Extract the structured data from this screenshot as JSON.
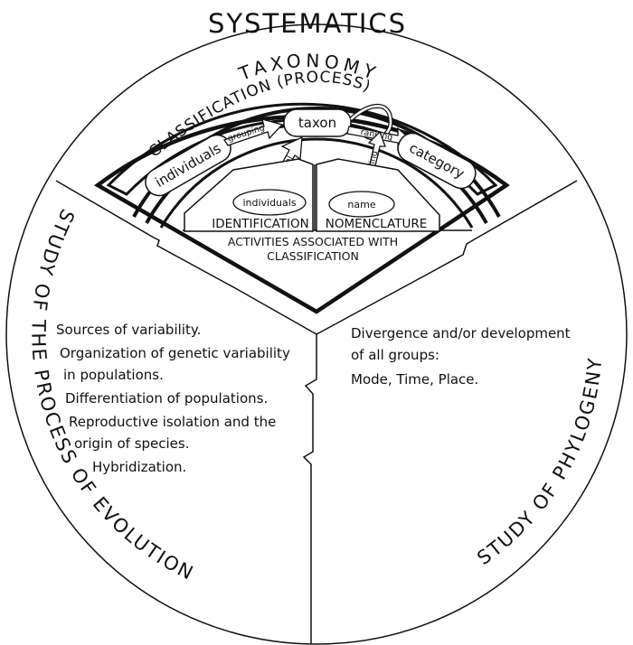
{
  "diagram": {
    "title": "SYSTEMATICS",
    "taxonomy": "TAXONOMY",
    "classification_process": "CLASSIFICATION (PROCESS)",
    "boxes": {
      "individuals": "individuals",
      "taxon": "taxon",
      "category": "category",
      "individuals_small": "individuals",
      "name": "name"
    },
    "arrow_labels": {
      "grouping": "grouping",
      "ranking": "ranking",
      "referral": "referral",
      "labeling": "labeling"
    },
    "identification": "IDENTIFICATION",
    "nomenclature": "NOMENCLATURE",
    "activities_line1": "ACTIVITIES ASSOCIATED WITH",
    "activities_line2": "CLASSIFICATION",
    "evolution": {
      "side_label": "STUDY OF THE PROCESS OF EVOLUTION",
      "items": [
        "Sources of variability.",
        "Organization of genetic variability",
        "in populations.",
        "Differentiation of populations.",
        "Reproductive isolation and the",
        "origin of species.",
        "Hybridization."
      ]
    },
    "phylogeny": {
      "side_label": "STUDY OF PHYLOGENY",
      "items": [
        "Divergence and/or development",
        "of all groups:",
        "Mode, Time, Place."
      ]
    }
  }
}
